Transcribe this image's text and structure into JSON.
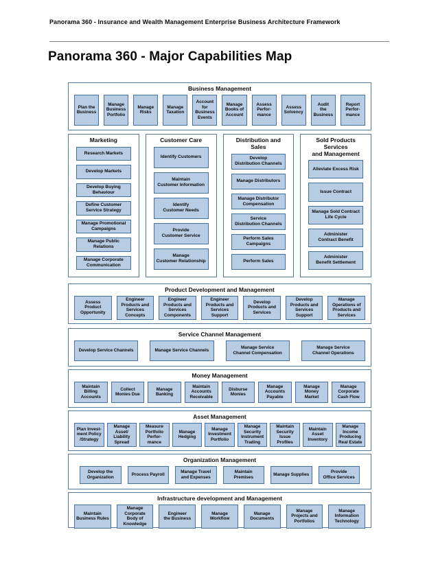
{
  "header": {
    "framework_label": "Panorama 360 - Insurance and Wealth Management Enterprise Business Architecture Framework"
  },
  "title": "Panorama 360 - Major Capabilities Map",
  "colors": {
    "box_fill": "#b8cce4",
    "box_border": "#41719c",
    "container_border": "#54789c"
  },
  "top_section": {
    "id": "business-management",
    "title": "Business Management",
    "items": [
      "Plan the\nBusiness",
      "Manage\nBusiness\nPortfolio",
      "Manage\nRisks",
      "Manage\nTaxation",
      "Account\nfor\nBusiness\nEvents",
      "Manage\nBooks of\nAccount",
      "Assess\nPerfor-\nmance",
      "Assess\nSolvency",
      "Audit\nthe\nBusiness",
      "Report\nPerfor-\nmance"
    ]
  },
  "columns": [
    {
      "id": "marketing",
      "title": "Marketing",
      "items": [
        "Research Markets",
        "Develop Markets",
        "Develop Buying\nBehaviour",
        "Define Customer\nService Strategy",
        "Manage Promotional\nCampaigns",
        "Manage Public\nRelations",
        "Manage Corporate\nCommunication"
      ]
    },
    {
      "id": "customer-care",
      "title": "Customer Care",
      "items": [
        "Identify Customers",
        "Maintain\nCustomer Information",
        "Identify\nCustomer Needs",
        "Provide\nCustomer Service",
        "Manage\nCustomer Relationship"
      ]
    },
    {
      "id": "distribution-and-sales",
      "title": "Distribution and Sales",
      "items": [
        "Develop\nDistribution Channels",
        "Manage Distributors",
        "Manage Distributor\nCompensation",
        "Service\nDistribution Channels",
        "Perform Sales\nCampaigns",
        "Perform Sales"
      ]
    },
    {
      "id": "sold-products",
      "title": "Sold Products Services\nand Management",
      "items": [
        "Alleviate Excess Risk",
        "Issue Contract",
        "Manage Sold Contract\nLife Cycle",
        "Administer\nContract Benefit",
        "Administer\nBenefit Settlement"
      ]
    }
  ],
  "row_sections": [
    {
      "id": "product-development",
      "title": "Product Development and Management",
      "items": [
        "Assess\nProduct\nOpportunity",
        "Engineer\nProducts and\nServices\nConcepts",
        "Engineer\nProducts and\nServices\nComponents",
        "Engineer\nProducts and\nServices\nSupport",
        "Develop\nProducts and\nServices",
        "Develop\nProducts and\nServices\nSupport",
        "Manage\nOperations of\nProducts and\nServices"
      ]
    },
    {
      "id": "service-channel",
      "title": "Service Channel Management",
      "items": [
        "Develop Service Channels",
        "Manage Service Channels",
        "Manage Service\nChannel Compensation",
        "Manage Service\nChannel Operations"
      ]
    },
    {
      "id": "money",
      "title": "Money Management",
      "items": [
        "Maintain\nBilling\nAccounts",
        "Collect\nMonies Due",
        "Manage\nBanking",
        "Maintain\nAccounts\nReceivable",
        "Disburse\nMonies",
        "Manage\nAccounts\nPayable",
        "Manage\nMoney\nMarket",
        "Manage\nCorporate\nCash Flow"
      ]
    },
    {
      "id": "asset",
      "title": "Asset Management",
      "items": [
        "Plan Invest-\nment Policy\n/Strategy",
        "Manage\nAsset/\nLiability\nSpread",
        "Measure\nPortfolio\nPerfor-\nmance",
        "Manage\nHedging",
        "Manage\nInvestment\nPortfolio",
        "Manage\nSecurity\nInstrument\nTrading",
        "Maintain\nSecurity\nIssue\nProfiles",
        "Maintain\nAsset\nInventory",
        "Manage\nIncome\nProducing\nReal Estate"
      ]
    },
    {
      "id": "organization",
      "title": "Organization Management",
      "items": [
        "Develop the\nOrganization",
        "Process Payroll",
        "Manage Travel\nand Expenses",
        "Maintain\nPremises",
        "Manage Supplies",
        "Provide\nOffice Services"
      ]
    },
    {
      "id": "infrastructure",
      "title": "Infrastructure development and Management",
      "items": [
        "Maintain\nBusiness Rules",
        "Manage\nCorporate\nBody of\nKnowledge",
        "Engineer\nthe Business",
        "Manage\nWorkflow",
        "Manage\nDocuments",
        "Manage\nProjects and\nPortfolios",
        "Manage\nInformation\nTechnology"
      ]
    }
  ]
}
